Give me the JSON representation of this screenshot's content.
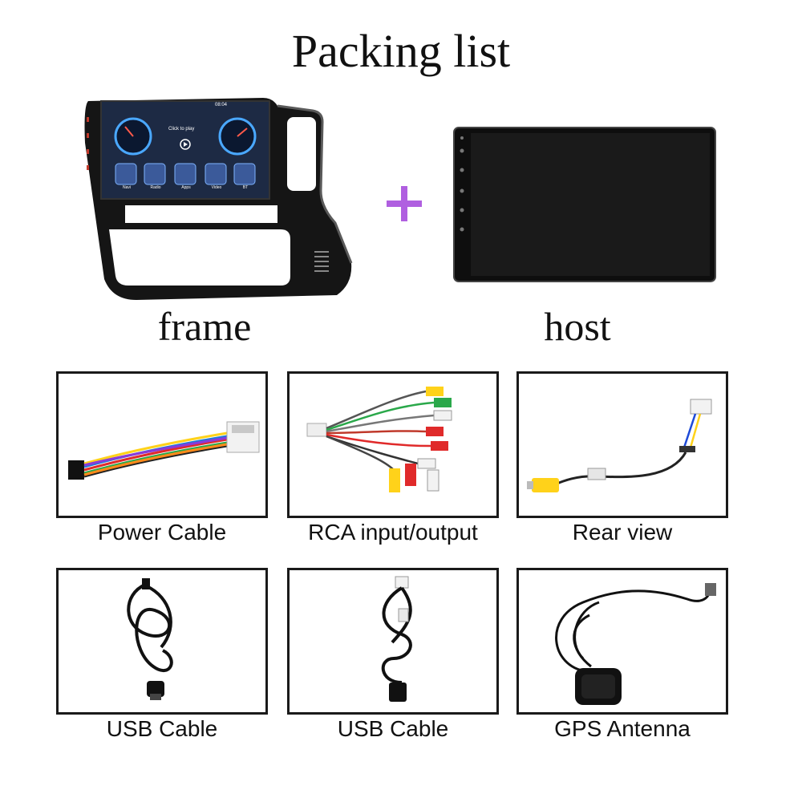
{
  "title": "Packing list",
  "main_items": [
    {
      "label": "frame"
    },
    {
      "label": "host"
    }
  ],
  "head_unit_screen": {
    "clock": "08:04",
    "media_text": "Click to play",
    "apps": [
      "Navi",
      "Radio",
      "Apps",
      "Video",
      "BT"
    ]
  },
  "accessories": [
    {
      "label": "Power Cable"
    },
    {
      "label": "RCA input/output"
    },
    {
      "label": "Rear view"
    },
    {
      "label": "USB Cable"
    },
    {
      "label": "USB Cable"
    },
    {
      "label": "GPS Antenna"
    }
  ],
  "colors": {
    "plus": "#b05fe0",
    "frame_body": "#151515",
    "screen_bg": "#1d2a44"
  }
}
